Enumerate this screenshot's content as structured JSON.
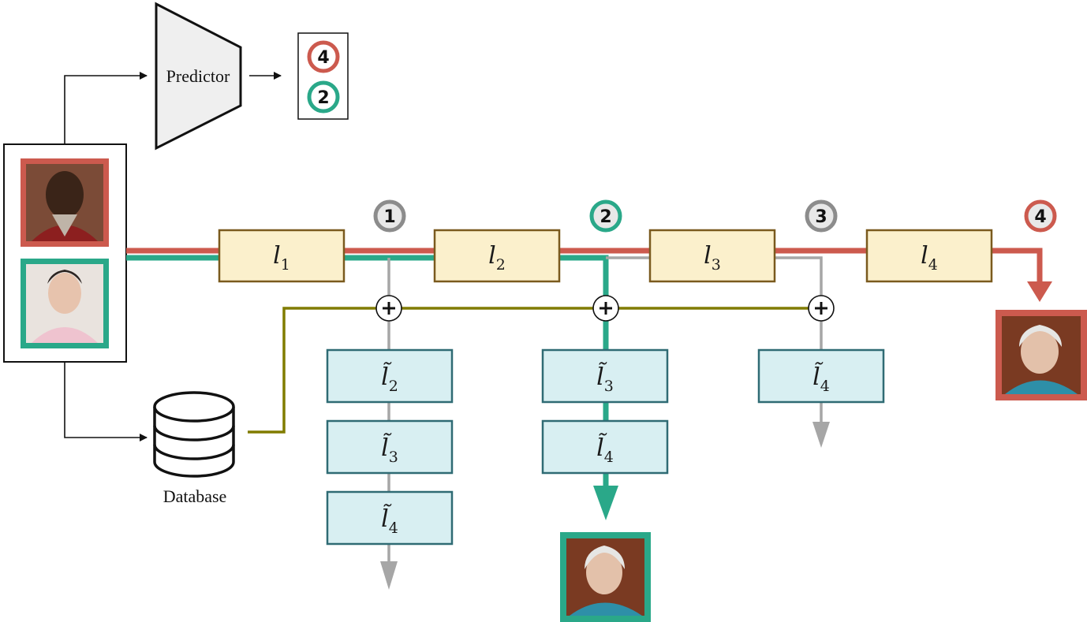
{
  "predictor": {
    "label": "Predictor"
  },
  "database": {
    "label": "Database"
  },
  "prediction_legend": [
    {
      "value": "4",
      "color": "#cc5a4e"
    },
    {
      "value": "2",
      "color": "#2aa889"
    }
  ],
  "steps": [
    {
      "value": "1",
      "color": "#8c8c8c"
    },
    {
      "value": "2",
      "color": "#2aa889"
    },
    {
      "value": "3",
      "color": "#8c8c8c"
    },
    {
      "value": "4",
      "color": "#cc5a4e"
    }
  ],
  "main_layers": [
    {
      "base": "l",
      "sub": "1"
    },
    {
      "base": "l",
      "sub": "2"
    },
    {
      "base": "l",
      "sub": "3"
    },
    {
      "base": "l",
      "sub": "4"
    }
  ],
  "branch_layers": [
    [
      {
        "base": "l̃",
        "sub": "2"
      },
      {
        "base": "l̃",
        "sub": "3"
      },
      {
        "base": "l̃",
        "sub": "4"
      }
    ],
    [
      {
        "base": "l̃",
        "sub": "3"
      },
      {
        "base": "l̃",
        "sub": "4"
      }
    ],
    [
      {
        "base": "l̃",
        "sub": "4"
      }
    ]
  ],
  "colors": {
    "red": "#cc5a4e",
    "teal": "#2aa889",
    "gray": "#a6a6a6",
    "olive": "#807c00",
    "main_fill": "#fbf0cc",
    "main_stroke": "#7a5a1e",
    "branch_fill": "#d8eff2",
    "branch_stroke": "#2f6b74"
  },
  "icons": {
    "face_input_1": "face-photo-man-icon",
    "face_input_2": "face-photo-man-icon",
    "face_output_red": "face-photo-woman-icon",
    "face_output_teal": "face-photo-woman-icon",
    "database": "database-cylinder-icon",
    "plus": "plus-junction-icon"
  }
}
